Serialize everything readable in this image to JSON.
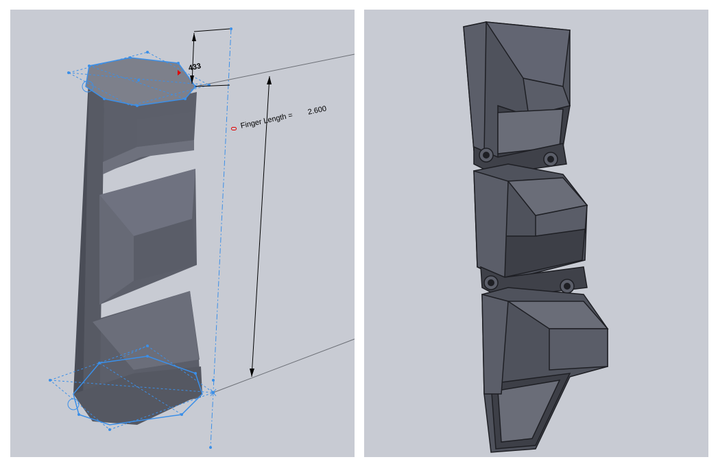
{
  "left_view": {
    "top_dimension": "433",
    "equation_name": "Finger Length =",
    "equation_value": "2.600"
  },
  "colors": {
    "viewport_background": "#c8cbd3",
    "part_dark": "#50535d",
    "part_mid": "#636672",
    "part_light": "#7a7d89",
    "sketch_blue": "#3b8fe8",
    "dimension_red": "#e00000"
  }
}
